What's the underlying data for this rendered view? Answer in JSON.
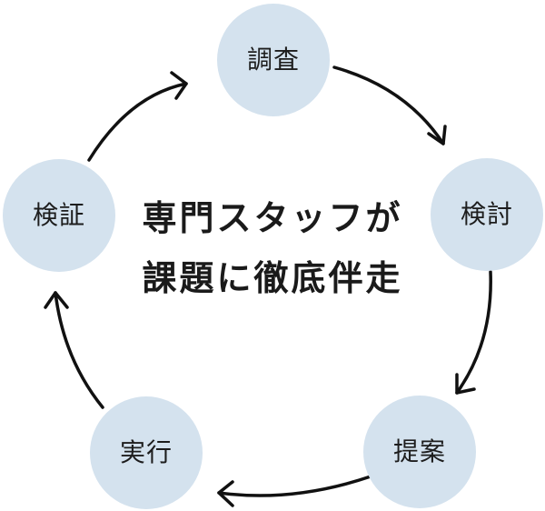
{
  "diagram": {
    "center_lines": [
      "専門スタッフが",
      "課題に徹底伴走"
    ],
    "node_fill": "#d4e2ee",
    "text_color": "#1d1d1d",
    "arrow_color": "#111111",
    "nodes": [
      {
        "label": "調査"
      },
      {
        "label": "検討"
      },
      {
        "label": "提案"
      },
      {
        "label": "実行"
      },
      {
        "label": "検証"
      }
    ],
    "flow": [
      [
        "調査",
        "検討"
      ],
      [
        "検討",
        "提案"
      ],
      [
        "提案",
        "実行"
      ],
      [
        "実行",
        "検証"
      ],
      [
        "検証",
        "調査"
      ]
    ]
  }
}
